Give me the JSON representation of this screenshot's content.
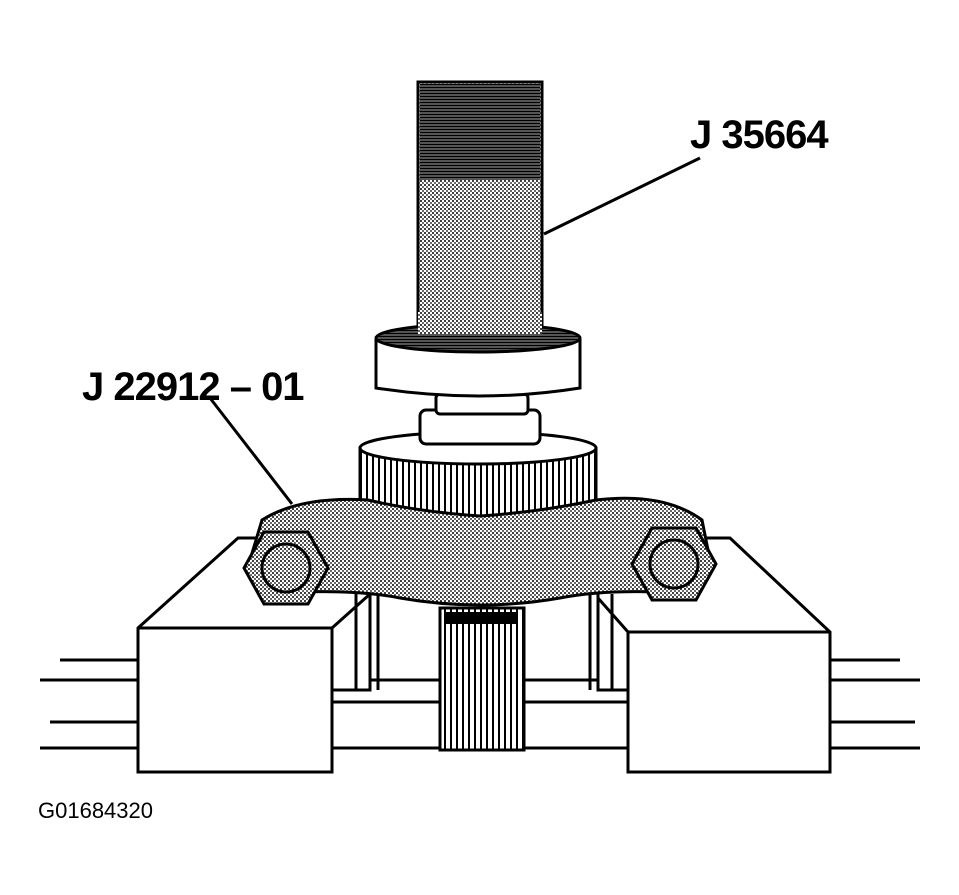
{
  "labels": {
    "upper_tool": "J 35664",
    "lower_tool": "J 22912 – 01",
    "figure_id": "G01684320"
  },
  "colors": {
    "ink": "#000000",
    "paper": "#ffffff",
    "stipple": "#7a7a7a"
  }
}
